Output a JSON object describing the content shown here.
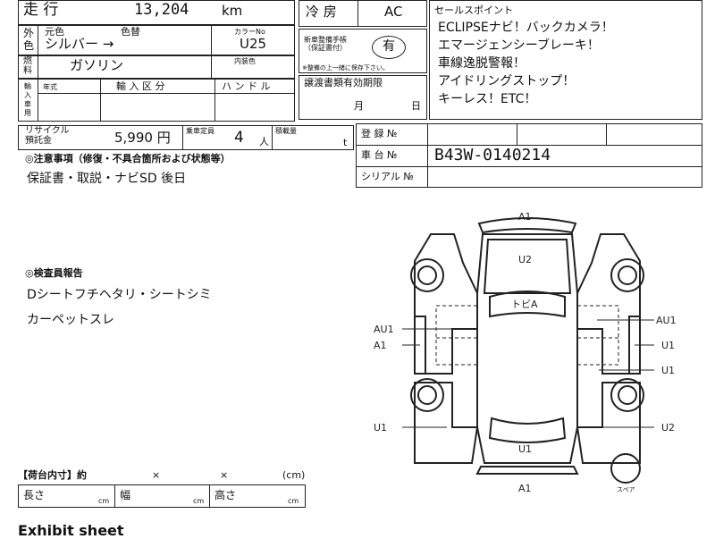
{
  "top_left": {
    "mileage_label": "走 行",
    "mileage_value": "13,204",
    "mileage_unit": "km",
    "exterior_label": "外\n色",
    "original_color_label": "元色",
    "color_change_label": "色替",
    "exterior_color_value": "シルバー →",
    "color_no_label": "カラーNo",
    "color_no_value": "U25",
    "fuel_label": "燃\n料",
    "fuel_value": "ガソリン",
    "interior_color_label": "内装色",
    "import_label": "輸\n入\n車\n用",
    "year_label": "年式",
    "import_category_label": "輸 入 区 分",
    "handle_label": "ハ ン ド ル",
    "recycle_label": "リサイクル\n預託金",
    "recycle_value": "5,990 円",
    "capacity_label": "乗車定員",
    "capacity_value": "4",
    "capacity_unit": "人",
    "load_label": "積載量",
    "load_unit": "t"
  },
  "top_middle": {
    "ac_label": "冷 房",
    "ac_value": "AC",
    "manual_label": "新車整備手帳\n（保証書付）",
    "manual_value": "有",
    "manual_note": "※整備の上一緒に保存下さい。",
    "transfer_label": "譲渡書類有効期限",
    "month_label": "月",
    "day_label": "日"
  },
  "sales_points": {
    "title": "セールスポイント",
    "lines": [
      "ECLIPSEナビ！バックカメラ！",
      "エマージェンシーブレーキ！",
      "車線逸脱警報！",
      "アイドリングストップ！",
      "キーレス！ETC！"
    ]
  },
  "registration": {
    "reg_label": "登 録 №",
    "reg_value": "",
    "chassis_label": "車 台 №",
    "chassis_value": "B43W-0140214",
    "serial_label": "シリアル №",
    "serial_value": ""
  },
  "notes": {
    "heading": "◎注意事項（修復・不具合箇所および状態等）",
    "text": "保証書・取説・ナビSD 後日"
  },
  "inspector": {
    "heading": "◎検査員報告",
    "line1": "Dシートフチヘタリ・シートシミ",
    "line2": "カーペットスレ"
  },
  "diagram": {
    "labels": {
      "front_top": "A1",
      "hood": "U2",
      "roof": "トビA",
      "left_front_fender_upper": "AU1",
      "left_front_fender_lower": "A1",
      "right_front_fender_upper": "AU1",
      "right_front_door_front": "U1",
      "right_front_door_rear": "U1",
      "left_rear": "U1",
      "right_rear": "U2",
      "trunk": "U1",
      "rear_bottom": "A1",
      "spare": "スペア"
    }
  },
  "cargo": {
    "heading": "【荷台内寸】約",
    "times1": "×",
    "times2": "×",
    "unit_cm": "(cm)",
    "length_label": "長さ",
    "width_label": "幅",
    "height_label": "高さ",
    "cm": "cm"
  },
  "footer": {
    "exhibit": "Exhibit sheet"
  }
}
